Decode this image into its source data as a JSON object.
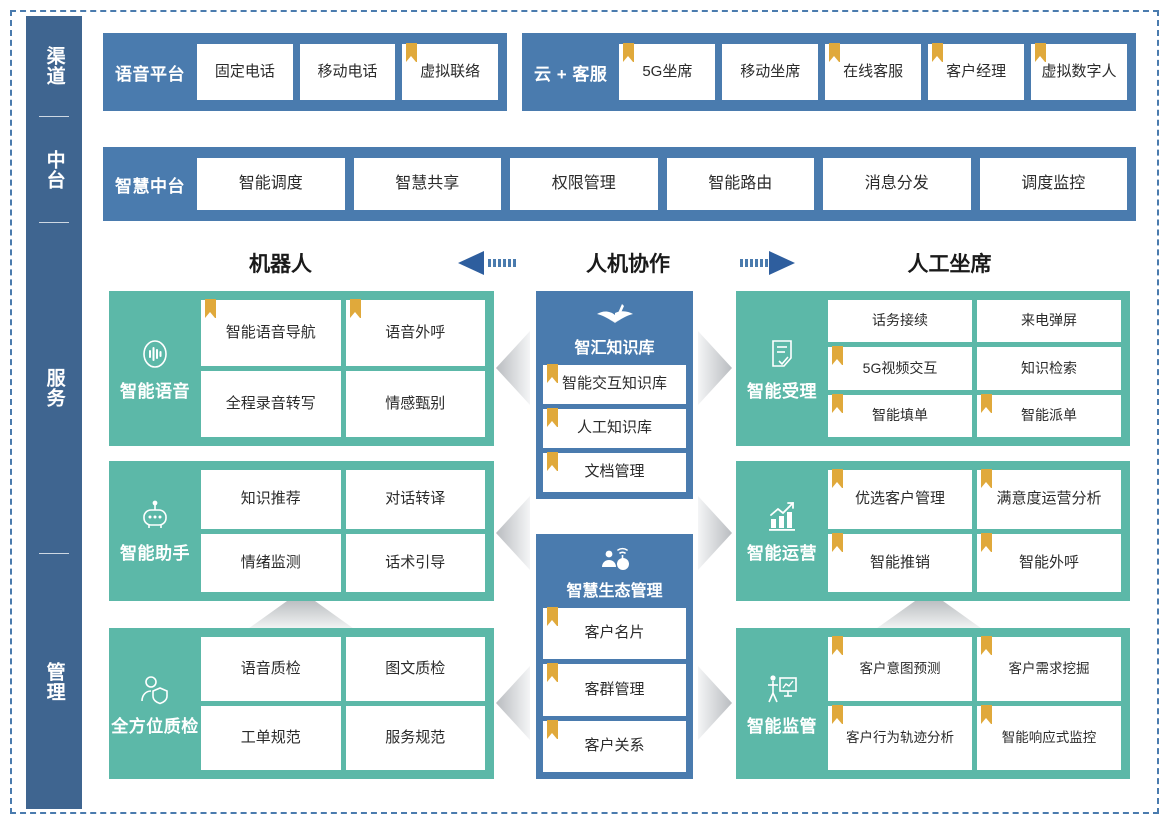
{
  "sidebar": {
    "sections": [
      {
        "label": "渠道",
        "name": "channel"
      },
      {
        "label": "中台",
        "name": "middle-platform"
      },
      {
        "label": "服务",
        "name": "service"
      },
      {
        "label": "管理",
        "name": "management"
      }
    ]
  },
  "colors": {
    "blue": "#4A7BAE",
    "sidebar_blue": "#3F6590",
    "teal": "#5CB8A8",
    "flag_orange": "#E0A93B",
    "arrow_gray": "#C9CCCE",
    "header_arrow_blue": "#2E5E9E"
  },
  "channel_row": {
    "groups": [
      {
        "title": "语音平台",
        "items": [
          {
            "label": "固定电话",
            "flag": false
          },
          {
            "label": "移动电话",
            "flag": false
          },
          {
            "label": "虚拟联络",
            "flag": true
          }
        ]
      },
      {
        "title": "云 + 客服",
        "items": [
          {
            "label": "5G坐席",
            "flag": true
          },
          {
            "label": "移动坐席",
            "flag": false
          },
          {
            "label": "在线客服",
            "flag": true
          },
          {
            "label": "客户经理",
            "flag": true
          },
          {
            "label": "虚拟数字人",
            "flag": true
          }
        ]
      }
    ]
  },
  "middle_platform_row": {
    "title": "智慧中台",
    "items": [
      {
        "label": "智能调度",
        "flag": false
      },
      {
        "label": "智慧共享",
        "flag": false
      },
      {
        "label": "权限管理",
        "flag": false
      },
      {
        "label": "智能路由",
        "flag": false
      },
      {
        "label": "消息分发",
        "flag": false
      },
      {
        "label": "调度监控",
        "flag": false
      }
    ]
  },
  "column_headers": {
    "robot": "机器人",
    "collaboration": "人机协作",
    "agent": "人工坐席",
    "arrow_left_name": "arrow-left-to-robot",
    "arrow_right_name": "arrow-right-to-agent"
  },
  "left_column": {
    "blocks": [
      {
        "title": "智能语音",
        "icon": "voice-wave-icon",
        "layout": "2x2",
        "items": [
          {
            "label": "智能语音导航",
            "flag": true
          },
          {
            "label": "语音外呼",
            "flag": true
          },
          {
            "label": "全程录音转写",
            "flag": false
          },
          {
            "label": "情感甄别",
            "flag": false
          }
        ]
      },
      {
        "title": "智能助手",
        "icon": "robot-icon",
        "layout": "2x2",
        "items": [
          {
            "label": "知识推荐",
            "flag": false
          },
          {
            "label": "对话转译",
            "flag": false
          },
          {
            "label": "情绪监测",
            "flag": false
          },
          {
            "label": "话术引导",
            "flag": false
          }
        ]
      },
      {
        "title": "全方位质检",
        "icon": "person-shield-icon",
        "layout": "2x2",
        "items": [
          {
            "label": "语音质检",
            "flag": false
          },
          {
            "label": "图文质检",
            "flag": false
          },
          {
            "label": "工单规范",
            "flag": false
          },
          {
            "label": "服务规范",
            "flag": false
          }
        ]
      }
    ]
  },
  "middle_column": {
    "blocks": [
      {
        "title": "智汇知识库",
        "icon": "open-book-icon",
        "items": [
          {
            "label": "智能交互知识库",
            "flag": true
          },
          {
            "label": "人工知识库",
            "flag": true
          },
          {
            "label": "文档管理",
            "flag": true
          }
        ]
      },
      {
        "title": "智慧生态管理",
        "icon": "ecology-person-icon",
        "items": [
          {
            "label": "客户名片",
            "flag": true
          },
          {
            "label": "客群管理",
            "flag": true
          },
          {
            "label": "客户关系",
            "flag": true
          }
        ]
      }
    ]
  },
  "right_column": {
    "blocks": [
      {
        "title": "智能受理",
        "icon": "document-check-icon",
        "layout": "3x2",
        "items": [
          {
            "label": "话务接续",
            "flag": false
          },
          {
            "label": "来电弹屏",
            "flag": false
          },
          {
            "label": "5G视频交互",
            "flag": true
          },
          {
            "label": "知识检索",
            "flag": false
          },
          {
            "label": "智能填单",
            "flag": true
          },
          {
            "label": "智能派单",
            "flag": true
          }
        ]
      },
      {
        "title": "智能运营",
        "icon": "bar-chart-up-icon",
        "layout": "2x2",
        "items": [
          {
            "label": "优选客户管理",
            "flag": true
          },
          {
            "label": "满意度运营分析",
            "flag": true
          },
          {
            "label": "智能推销",
            "flag": true
          },
          {
            "label": "智能外呼",
            "flag": true
          }
        ]
      },
      {
        "title": "智能监管",
        "icon": "presentation-board-icon",
        "layout": "2x2",
        "items": [
          {
            "label": "客户意图预测",
            "flag": true
          },
          {
            "label": "客户需求挖掘",
            "flag": true
          },
          {
            "label": "客户行为轨迹分析",
            "flag": true
          },
          {
            "label": "智能响应式监控",
            "flag": true
          }
        ]
      }
    ]
  }
}
